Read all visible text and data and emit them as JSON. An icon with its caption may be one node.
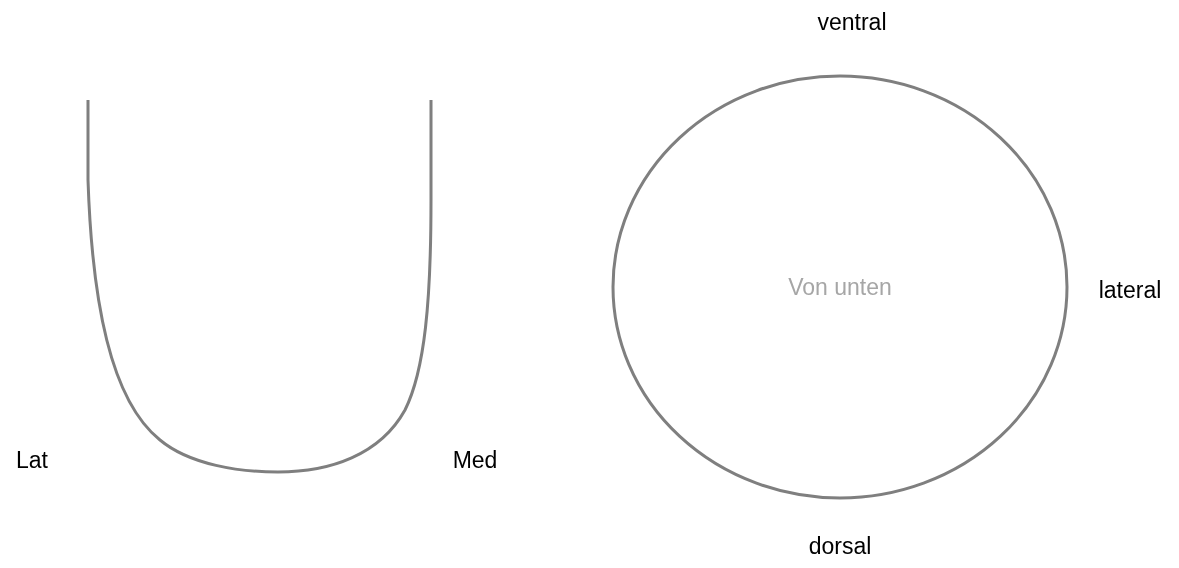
{
  "diagram": {
    "nodes": [
      {
        "text": [
          "Von unten"
        ]
      }
    ],
    "labels": [
      "ventral",
      "lateral",
      "Lat",
      "Med",
      "dorsal"
    ]
  }
}
